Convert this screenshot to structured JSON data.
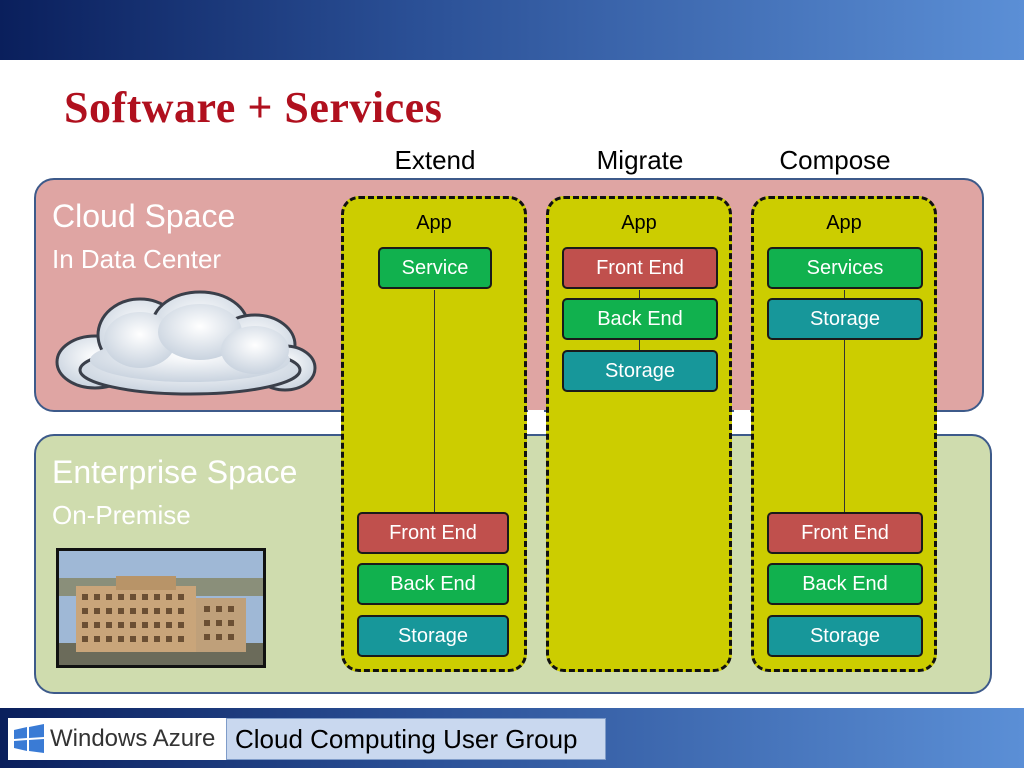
{
  "title": "Software + Services",
  "columns": [
    {
      "header": "Extend",
      "app": "App"
    },
    {
      "header": "Migrate",
      "app": "App"
    },
    {
      "header": "Compose",
      "app": "App"
    }
  ],
  "cloud": {
    "title": "Cloud Space",
    "subtitle": "In Data Center"
  },
  "enterprise": {
    "title": "Enterprise Space",
    "subtitle": "On-Premise"
  },
  "boxes": {
    "extend": {
      "service": "Service",
      "front_end": "Front End",
      "back_end": "Back End",
      "storage": "Storage"
    },
    "migrate": {
      "front_end": "Front End",
      "back_end": "Back End",
      "storage": "Storage"
    },
    "compose": {
      "services": "Services",
      "storage_top": "Storage",
      "front_end": "Front End",
      "back_end": "Back End",
      "storage_bottom": "Storage"
    }
  },
  "colors": {
    "front_end": "#c0504d",
    "back_end": "#11b14e",
    "storage": "#17979a",
    "column": "#cccd00"
  },
  "footer": {
    "logo": "Windows Azure",
    "group": "Cloud Computing User Group"
  }
}
